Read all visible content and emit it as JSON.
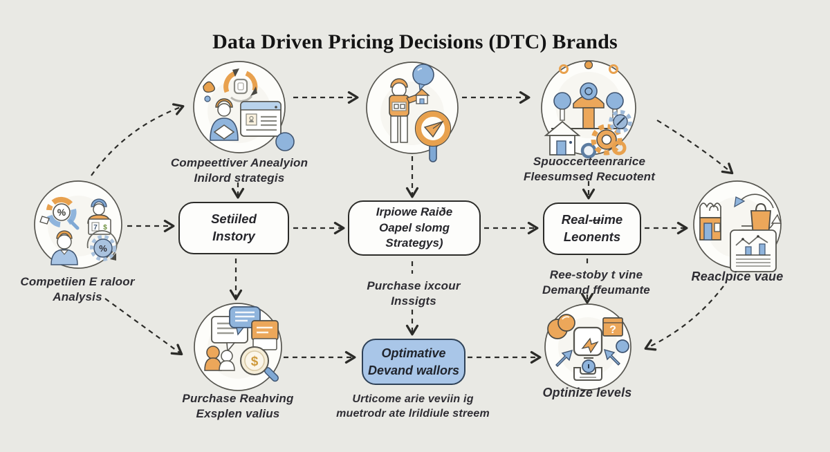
{
  "title": "Data Driven Pricing Decisions (DTC) Brands",
  "boxes": {
    "settled": {
      "line1": "Setiiled",
      "line2": "Instory"
    },
    "improve": {
      "line1": "Irpiowe Raiðe",
      "line2": "Oapel slomg Strategys)"
    },
    "realtime": {
      "line1": "Real-ʉime",
      "line2": "Leonents"
    },
    "optimative": {
      "line1": "Optimative",
      "line2": "Devand wallors"
    }
  },
  "captions": {
    "competitive_analysis": {
      "line1": "Compeettiver Anealyion",
      "line2": "Inilord strategis"
    },
    "supplier_resources": {
      "line1": "Spuoccerteenrarice",
      "line2": "Fleesumsed Recuotent"
    },
    "competitor_analysis": {
      "line1": "Competiien E raloor",
      "line2": "Analysis"
    },
    "purchase_insights": {
      "line1": "Purchase ixcour",
      "line2": "Inssigts"
    },
    "realtime_demand": {
      "line1": "Ree-stoby t vine",
      "line2": "Demand ffeumante"
    },
    "price_value": {
      "line1": "Reaclpice vaue"
    },
    "purchase_behavior": {
      "line1": "Purchase Reahving",
      "line2": "Exsplen valius"
    },
    "outcome_metrics": {
      "line1": "Urticome arie veviin ig",
      "line2": "muetrodr ate lrildiule streem"
    },
    "optimize_levels": {
      "line1": "Optinize levels"
    }
  },
  "glyphs": {
    "percent": "%",
    "dollar": "$",
    "seven": "7",
    "question": "?"
  },
  "colors": {
    "background": "#e9e9e4",
    "orange": "#eca75a",
    "blue": "#8fb4dc",
    "light_blue": "#b9d3ec",
    "node_fill": "#fdfdfb",
    "highlight_node_fill": "#a9c6e8",
    "line": "#2b2b28"
  }
}
